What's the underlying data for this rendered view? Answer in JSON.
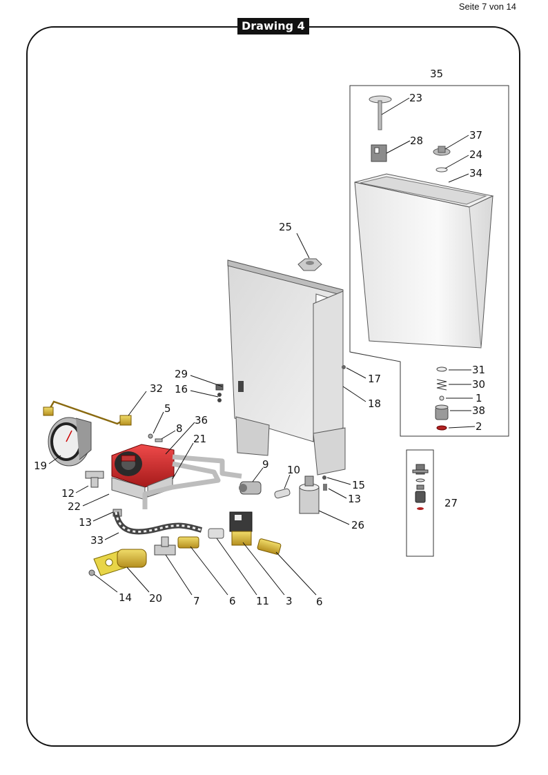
{
  "header": {
    "page_number": "Seite 7 von 14",
    "title": "Drawing 4"
  },
  "labels": {
    "l1": "1",
    "l2": "2",
    "l3": "3",
    "l5": "5",
    "l6a": "6",
    "l6b": "6",
    "l7": "7",
    "l8": "8",
    "l9": "9",
    "l10": "10",
    "l11": "11",
    "l12": "12",
    "l13a": "13",
    "l13b": "13",
    "l14": "14",
    "l15": "15",
    "l16": "16",
    "l17": "17",
    "l18": "18",
    "l19": "19",
    "l20": "20",
    "l21": "21",
    "l22": "22",
    "l23": "23",
    "l24": "24",
    "l25": "25",
    "l26": "26",
    "l27": "27",
    "l28": "28",
    "l29": "29",
    "l30": "30",
    "l31": "31",
    "l32": "32",
    "l33": "33",
    "l34": "34",
    "l35": "35",
    "l36": "36",
    "l37": "37",
    "l38": "38"
  },
  "colors": {
    "pump_red": "#d62828",
    "brass": "#c9a227",
    "steel": "#c8c8c8",
    "gasket_red": "#b22222"
  }
}
